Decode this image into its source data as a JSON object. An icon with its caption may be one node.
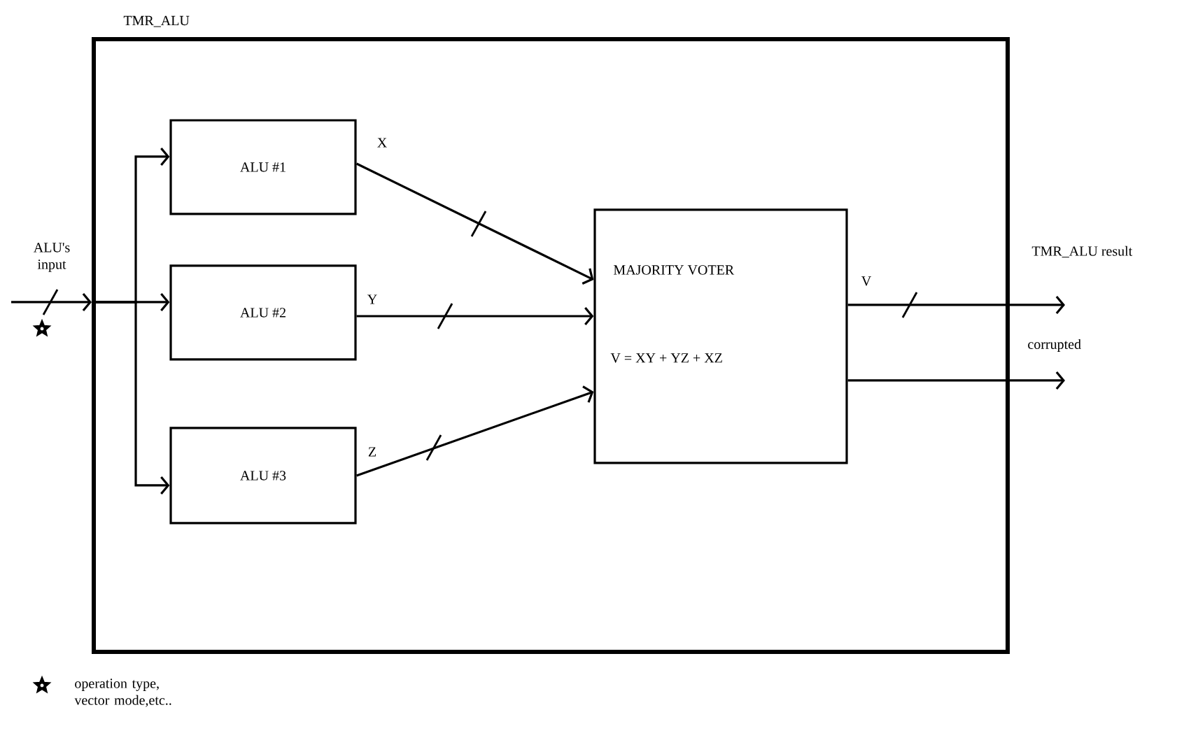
{
  "diagram": {
    "nodes": [
      {
        "text": [
          "TMR_ALU"
        ]
      },
      {
        "text": [
          "ALU #1"
        ],
        "in": 0
      },
      {
        "text": [
          "ALU #2"
        ],
        "in": 0
      },
      {
        "text": [
          "ALU #3"
        ],
        "in": 0
      },
      {
        "text": [
          "MAJORITY VOTER",
          "V = XY + YZ + XZ"
        ],
        "in": 0
      }
    ],
    "edges": [
      {
        "from": null,
        "to": 0,
        "arrow": "to",
        "label": "ALU's input"
      },
      {
        "from": 0,
        "to": 1,
        "arrow": "to"
      },
      {
        "from": 0,
        "to": 2,
        "arrow": "to"
      },
      {
        "from": 0,
        "to": 3,
        "arrow": "to"
      },
      {
        "from": 1,
        "to": 4,
        "arrow": "to",
        "label": "X"
      },
      {
        "from": 2,
        "to": 4,
        "arrow": "to",
        "label": "Y"
      },
      {
        "from": 3,
        "to": 4,
        "arrow": "to",
        "label": "Z"
      },
      {
        "from": 4,
        "to": null,
        "arrow": "to",
        "label": "V"
      },
      {
        "from": 4,
        "to": null,
        "arrow": "to"
      }
    ],
    "labels": [
      "TMR_ALU result",
      "corrupted"
    ],
    "legend": [
      {
        "text": "operation type, vector mode,etc.."
      }
    ]
  }
}
